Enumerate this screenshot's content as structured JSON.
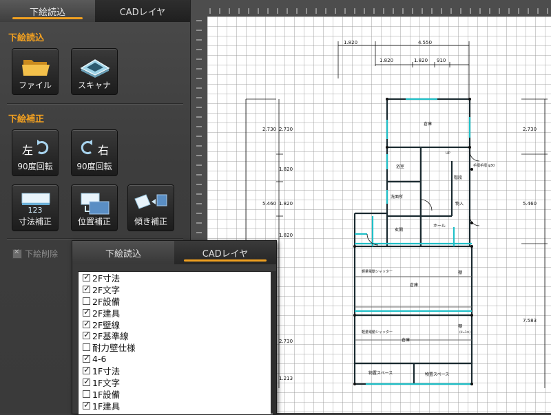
{
  "left_tabs": [
    {
      "label": "下絵読込",
      "active": true
    },
    {
      "label": "CADレイヤ",
      "active": false
    }
  ],
  "import_section": {
    "title": "下絵読込",
    "buttons": [
      {
        "label": "ファイル",
        "icon": "folder-icon"
      },
      {
        "label": "スキャナ",
        "icon": "scanner-icon"
      }
    ]
  },
  "correction_section": {
    "title": "下絵補正",
    "buttons": [
      {
        "label": "90度回転",
        "icon": "rotate-left-icon",
        "prefix": "左"
      },
      {
        "label": "90度回転",
        "icon": "rotate-right-icon",
        "prefix": "右"
      },
      {
        "label": "寸法補正",
        "icon": "dimension-correct-icon",
        "number": "123"
      },
      {
        "label": "位置補正",
        "icon": "position-correct-icon"
      },
      {
        "label": "傾き補正",
        "icon": "tilt-correct-icon"
      }
    ]
  },
  "delete_check": {
    "label": "下絵削除",
    "checked": false,
    "disabled": true
  },
  "popup": {
    "tabs": [
      {
        "label": "下絵読込",
        "active": false
      },
      {
        "label": "CADレイヤ",
        "active": true
      }
    ],
    "layers": [
      {
        "label": "2F寸法",
        "checked": true
      },
      {
        "label": "2F文字",
        "checked": true
      },
      {
        "label": "2F設備",
        "checked": false
      },
      {
        "label": "2F建具",
        "checked": true
      },
      {
        "label": "2F壁線",
        "checked": true
      },
      {
        "label": "2F基準線",
        "checked": true
      },
      {
        "label": "耐力壁仕様",
        "checked": false
      },
      {
        "label": "4-6",
        "checked": true
      },
      {
        "label": "1F寸法",
        "checked": true
      },
      {
        "label": "1F文字",
        "checked": true
      },
      {
        "label": "1F設備",
        "checked": false
      },
      {
        "label": "1F建具",
        "checked": true
      }
    ]
  },
  "plan": {
    "dims_top": [
      "1.820",
      "4.550",
      "1.820",
      "1.820",
      "910"
    ],
    "dims_left": [
      "2.730",
      "2.730",
      "1.820",
      "5.460",
      "1.820",
      "1.820",
      "2.730",
      "1.213"
    ],
    "dims_right": [
      "2.730",
      "5.460",
      "7.583"
    ],
    "rooms": {
      "soko_top": "倉庫",
      "yokushitsu": "浴室",
      "senmenjo": "洗面所",
      "genkan": "玄関",
      "hall": "ホール",
      "kaidan": "階段",
      "monoire": "物入",
      "up": "UP",
      "tesuri": "手摺手摺 φ30",
      "shutter1": "軽量電動シャッター",
      "soko1": "倉庫",
      "shutter2": "軽量電動シャッター",
      "soko2": "倉庫",
      "tana1": "棚",
      "tana2": "棚",
      "tana_sub": "(H=1m)",
      "buchi1": "物置スペース",
      "buchi2": "物置スペース"
    }
  },
  "colors": {
    "accent": "#f0a020",
    "window": "#20c0c8",
    "wall": "#1a2a30"
  }
}
